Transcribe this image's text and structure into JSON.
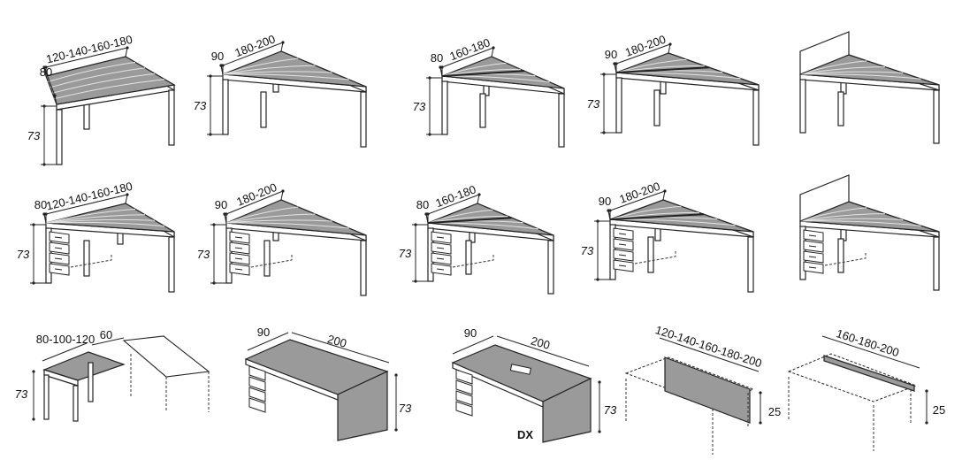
{
  "figures": [
    {
      "id": "r1c1",
      "depth": "80",
      "width": "120-140-160-180",
      "height": "73"
    },
    {
      "id": "r1c2",
      "depth": "90",
      "width": "180-200",
      "height": "73"
    },
    {
      "id": "r1c3",
      "depth": "80",
      "width": "160-180",
      "height": "73"
    },
    {
      "id": "r1c4",
      "depth": "90",
      "width": "180-200",
      "height": "73"
    },
    {
      "id": "r1c5"
    },
    {
      "id": "r2c1",
      "depth": "80",
      "width": "120-140-160-180",
      "height": "73"
    },
    {
      "id": "r2c2",
      "depth": "90",
      "width": "180-200",
      "height": "73"
    },
    {
      "id": "r2c3",
      "depth": "80",
      "width": "160-180",
      "height": "73"
    },
    {
      "id": "r2c4",
      "depth": "90",
      "width": "180-200",
      "height": "73"
    },
    {
      "id": "r2c5"
    },
    {
      "id": "r3c1",
      "depth": "80-100-120",
      "width": "60",
      "height": "73"
    },
    {
      "id": "r3c2",
      "depth": "90",
      "width": "200",
      "height": "73"
    },
    {
      "id": "r3c3",
      "depth": "90",
      "width": "200",
      "height": "73",
      "tag": "DX"
    },
    {
      "id": "r3c4",
      "width": "120-140-160-180-200",
      "height": "25"
    },
    {
      "id": "r3c5",
      "width": "160-180-200",
      "height": "25"
    }
  ]
}
